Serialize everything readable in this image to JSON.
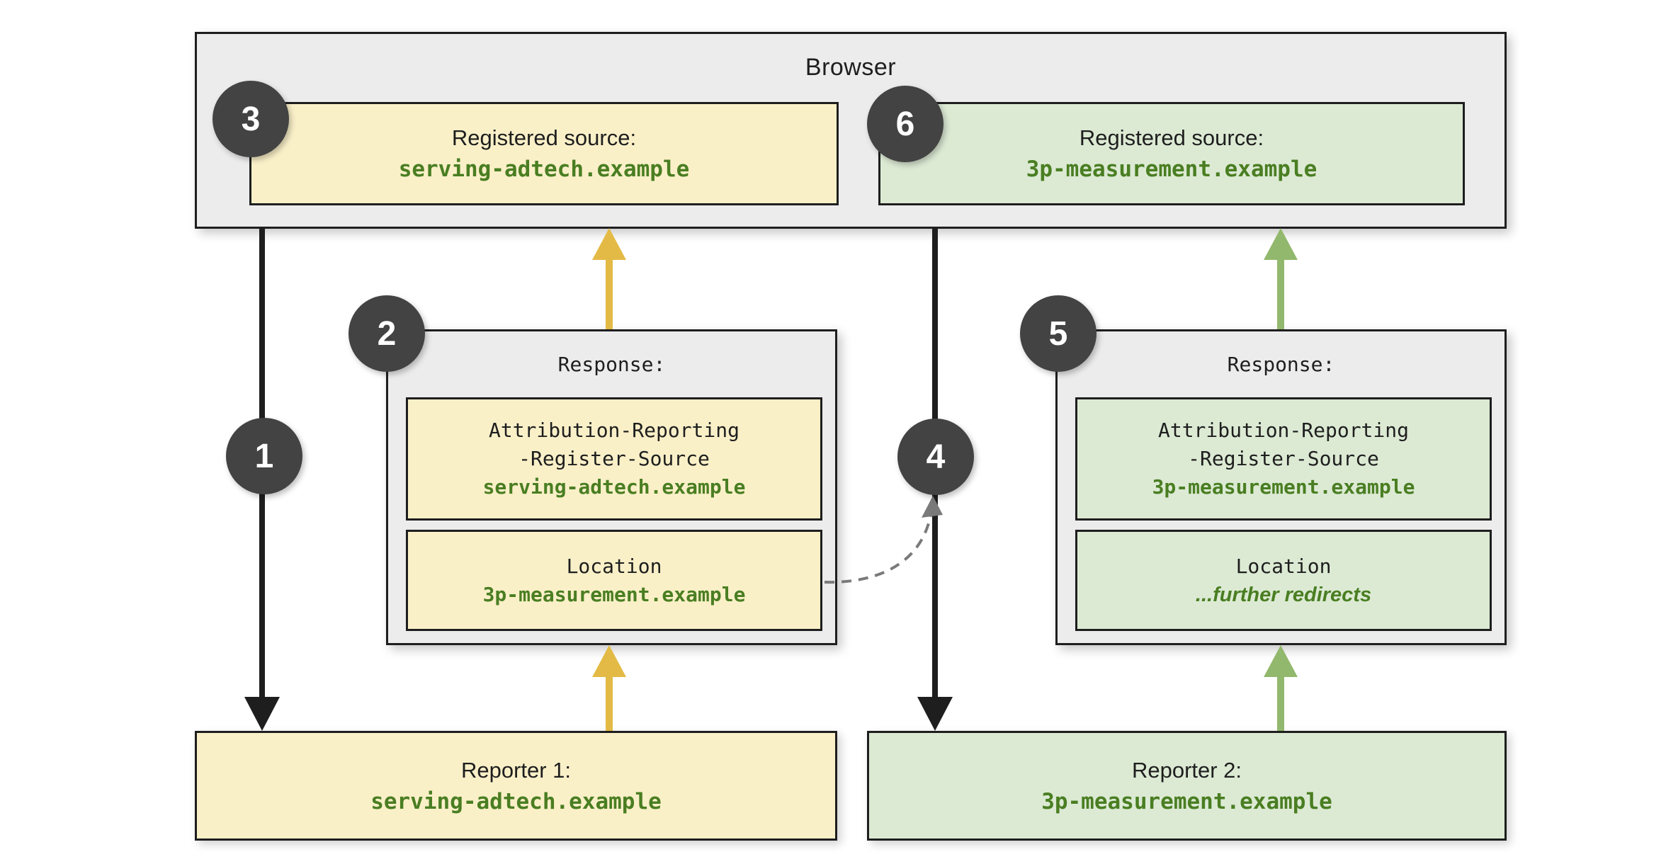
{
  "colors": {
    "ink": "#1e1e1e",
    "yellow_fill": "#faf0c8",
    "green_fill": "#dcead4",
    "gray_fill": "#ececec",
    "green_text": "#4a7e22",
    "yellow_arrow": "#e3ba45",
    "green_arrow": "#92b86d",
    "badge_bg": "#434343",
    "badge_text": "#ffffff",
    "dashed_arrow": "#7a7a7a"
  },
  "browser": {
    "title": "Browser"
  },
  "registered_sources": [
    {
      "step": "3",
      "label": "Registered source:",
      "domain": "serving-adtech.example"
    },
    {
      "step": "6",
      "label": "Registered source:",
      "domain": "3p-measurement.example"
    }
  ],
  "responses": [
    {
      "step": "2",
      "title": "Response:",
      "register_source": {
        "line1": "Attribution-Reporting",
        "line2": "-Register-Source",
        "domain": "serving-adtech.example"
      },
      "location": {
        "label": "Location",
        "value": "3p-measurement.example"
      }
    },
    {
      "step": "5",
      "title": "Response:",
      "register_source": {
        "line1": "Attribution-Reporting",
        "line2": "-Register-Source",
        "domain": "3p-measurement.example"
      },
      "location": {
        "label": "Location",
        "value": "...further redirects"
      }
    }
  ],
  "reporters": [
    {
      "label": "Reporter 1:",
      "domain": "serving-adtech.example"
    },
    {
      "label": "Reporter 2:",
      "domain": "3p-measurement.example"
    }
  ],
  "steps": [
    "1",
    "2",
    "3",
    "4",
    "5",
    "6"
  ]
}
